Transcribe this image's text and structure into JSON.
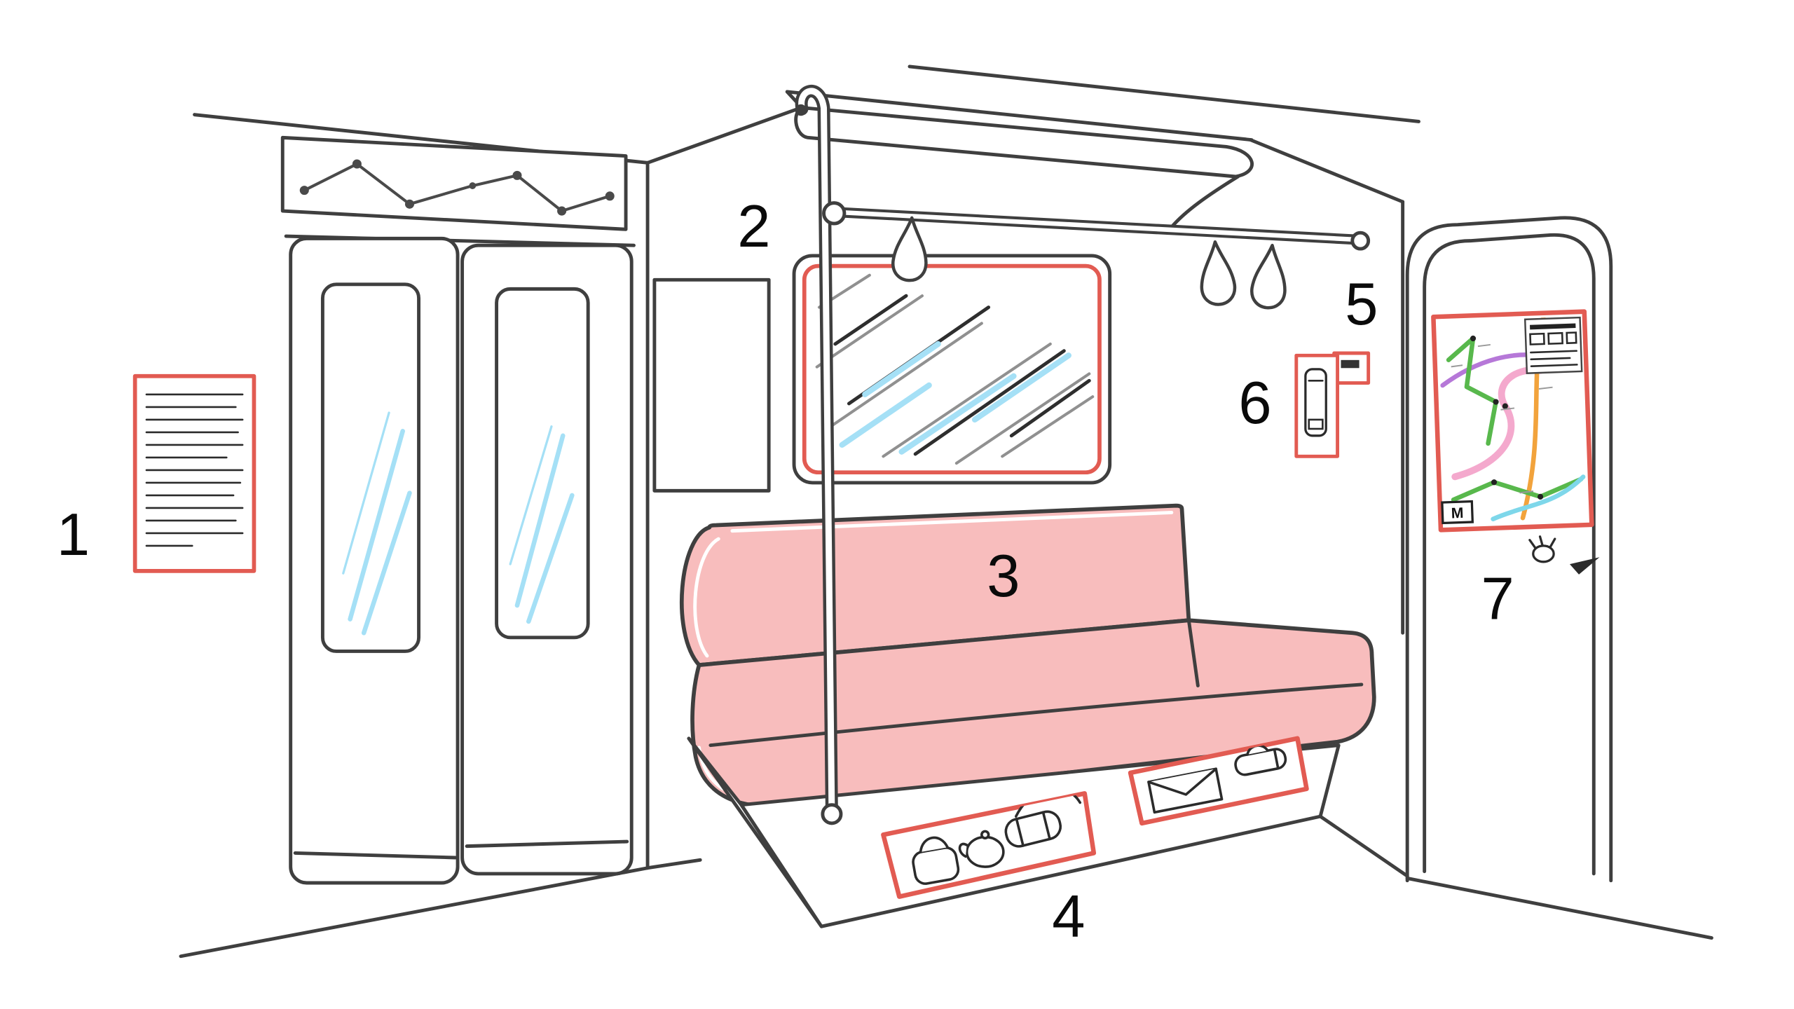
{
  "illustration": {
    "scene": "train-car-interior-numbered-diagram",
    "labels": [
      {
        "id": "1",
        "name": "wall-notice-poster"
      },
      {
        "id": "2",
        "name": "ad-panel"
      },
      {
        "id": "3",
        "name": "bench-seat"
      },
      {
        "id": "4",
        "name": "under-seat-storage"
      },
      {
        "id": "5",
        "name": "hand-straps"
      },
      {
        "id": "6",
        "name": "intercom-device"
      },
      {
        "id": "7",
        "name": "route-map"
      }
    ],
    "map_logo": "M",
    "colors": {
      "outline": "#3f3f3f",
      "accent_red": "#e25b52",
      "seat_pink": "#f8bdbd",
      "glass_blue": "#a5e0f6",
      "map_green": "#58b84c",
      "map_orange": "#f2a33c",
      "map_purple": "#b678d8",
      "map_pink": "#f4a9cd",
      "map_cyan": "#7ed7ea"
    }
  }
}
